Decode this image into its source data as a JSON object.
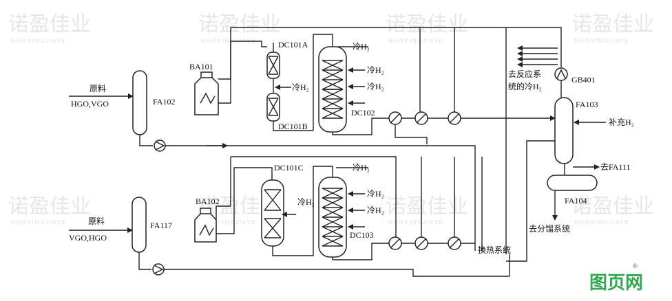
{
  "watermark": {
    "brand": "诺盈佳业",
    "latin": "NUOYINGJIAYE"
  },
  "logo": {
    "text": "图页网",
    "mark": "®"
  },
  "labels": {
    "feed1": "原料",
    "feed1_sub": "HGO,VGO",
    "feed2": "原料",
    "feed2_sub": "VGO,HGO",
    "fa102": "FA102",
    "fa117": "FA117",
    "ba101": "BA101",
    "ba102": "BA102",
    "dc101a": "DC101A",
    "dc101b": "DC101B",
    "dc101c": "DC101C",
    "dc102": "DC102",
    "dc103": "DC103",
    "fa103": "FA103",
    "fa104": "FA104",
    "fa111": "去FA111",
    "gb401": "GB401",
    "makeup_h2": "补充H₂",
    "to_reaction": "去反应系",
    "to_reaction2": "统的冷H₂",
    "to_fractionation": "去分馏系统",
    "heat_exchange": "换热系统",
    "cold_h2": "冷H₂"
  }
}
